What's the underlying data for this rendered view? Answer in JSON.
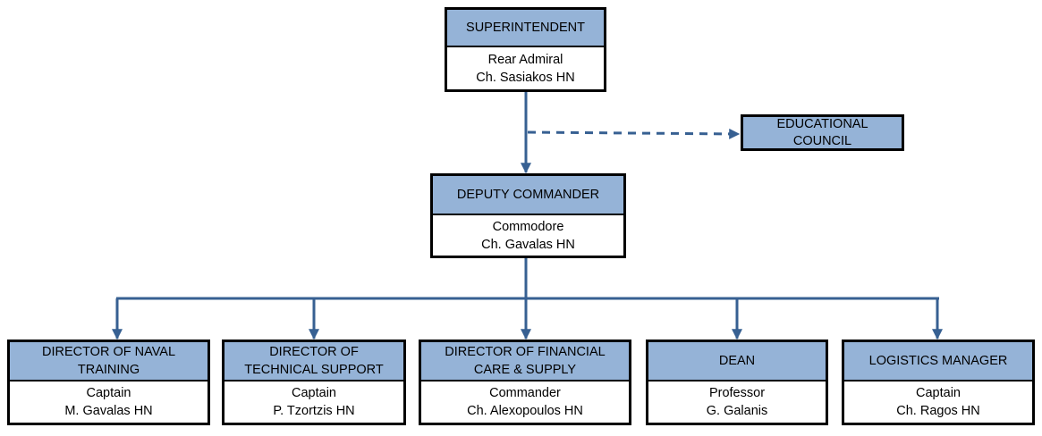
{
  "chart": {
    "superintendent": {
      "title": "SUPERINTENDENT",
      "rank": "Rear Admiral",
      "name": "Ch. Sasiakos HN"
    },
    "council": {
      "title": "EDUCATIONAL\nCOUNCIL"
    },
    "deputy": {
      "title": "DEPUTY COMMANDER",
      "rank": "Commodore",
      "name": "Ch. Gavalas HN"
    },
    "directors": [
      {
        "title": "DIRECTOR OF NAVAL\nTRAINING",
        "rank": "Captain",
        "name": "M. Gavalas HN"
      },
      {
        "title": "DIRECTOR OF\nTECHNICAL SUPPORT",
        "rank": "Captain",
        "name": "P. Tzortzis HN"
      },
      {
        "title": "DIRECTOR OF FINANCIAL\nCARE & SUPPLY",
        "rank": "Commander",
        "name": "Ch. Alexopoulos HN"
      },
      {
        "title": "DEAN",
        "rank": "Professor",
        "name": "G. Galanis"
      },
      {
        "title": "LOGISTICS MANAGER",
        "rank": "Captain",
        "name": "Ch. Ragos HN"
      }
    ]
  },
  "colors": {
    "header_fill": "#95b3d7",
    "connector": "#376092",
    "border": "#000000"
  }
}
